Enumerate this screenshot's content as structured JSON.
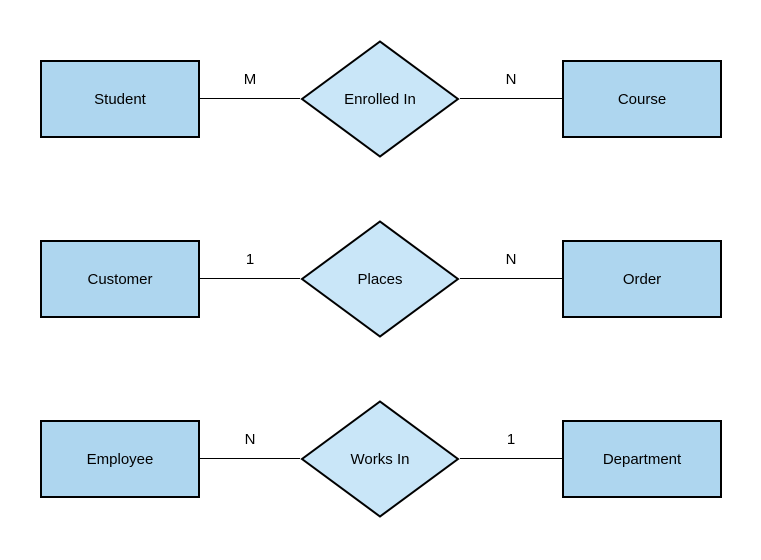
{
  "diagram": {
    "type": "entity-relationship-diagram",
    "colors": {
      "entity_fill": "#AED6EF",
      "relationship_fill": "#C9E6F8",
      "stroke": "#000000",
      "text": "#000000",
      "background": "#FFFFFF"
    },
    "rows": [
      {
        "left_entity": "Student",
        "left_cardinality": "M",
        "relationship": "Enrolled In",
        "right_cardinality": "N",
        "right_entity": "Course"
      },
      {
        "left_entity": "Customer",
        "left_cardinality": "1",
        "relationship": "Places",
        "right_cardinality": "N",
        "right_entity": "Order"
      },
      {
        "left_entity": "Employee",
        "left_cardinality": "N",
        "relationship": "Works In",
        "right_cardinality": "1",
        "right_entity": "Department"
      }
    ]
  }
}
